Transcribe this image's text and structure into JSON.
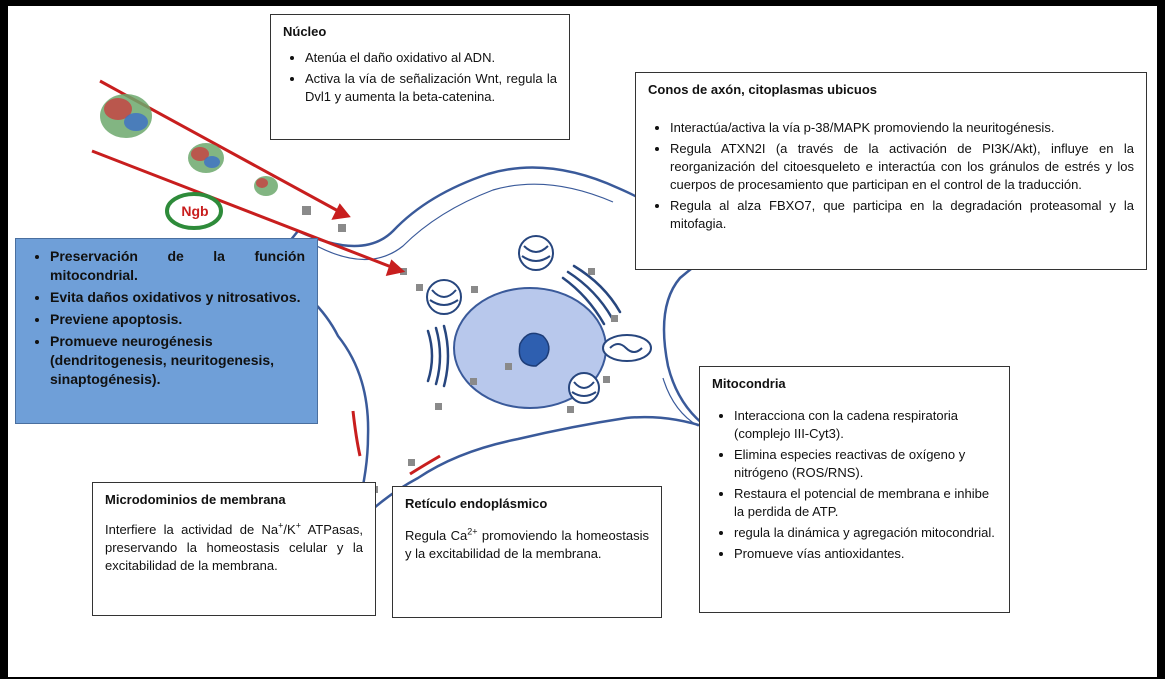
{
  "ngb_label": "Ngb",
  "colors": {
    "red_arrow": "#c81e1e",
    "membrane": "#3a5a9a",
    "nucleus": "#b8c8ec",
    "ngb_ring": "#2e8b3a",
    "blue_box": "#6f9fd8"
  },
  "nucleo": {
    "title": "Núcleo",
    "items": [
      "Atenúa el daño oxidativo al ADN.",
      "Activa la vía de señalización Wnt, regula la Dvl1 y aumenta la beta-catenina."
    ]
  },
  "conos": {
    "title": "Conos de axón, citoplasmas ubicuos",
    "items": [
      "Interactúa/activa la vía p-38/MAPK promoviendo la neuritogénesis.",
      "Regula ATXN2I (a través de la activación de PI3K/Akt), influye en la reorganización del citoesqueleto e interactúa con los gránulos de estrés y los cuerpos de procesamiento que participan en el control de la traducción.",
      "Regula al alza FBXO7, que participa en la degradación proteasomal y la mitofagia."
    ]
  },
  "preservacion": {
    "items": [
      "Preservación de la función mitocondrial.",
      "Evita daños oxidativos y nitrosativos.",
      "Previene apoptosis.",
      "Promueve neurogénesis (dendritogenesis, neuritogenesis, sinaptogénesis)."
    ]
  },
  "mitocondria": {
    "title": "Mitocondria",
    "items": [
      "Interacciona con la cadena respiratoria (complejo III-Cyt3).",
      "Elimina especies reactivas de oxígeno y nitrógeno (ROS/RNS).",
      "Restaura el potencial de membrana e inhibe la perdida de ATP.",
      "regula la dinámica y agregación mitocondrial.",
      "Promueve vías antioxidantes."
    ]
  },
  "microdominios": {
    "title": "Microdominios de membrana",
    "text_1": "Interfiere la actividad de Na",
    "sup_1": "+",
    "text_2": "/K",
    "sup_2": "+",
    "text_3": " ATPasas, preservando la homeostasis celular y la excitabilidad de la membrana."
  },
  "reticulo": {
    "title": "Retículo endoplásmico",
    "text_1": "Regula Ca",
    "sup_1": "2+",
    "text_2": " promoviendo la homeostasis y la excitabilidad de la membrana."
  }
}
